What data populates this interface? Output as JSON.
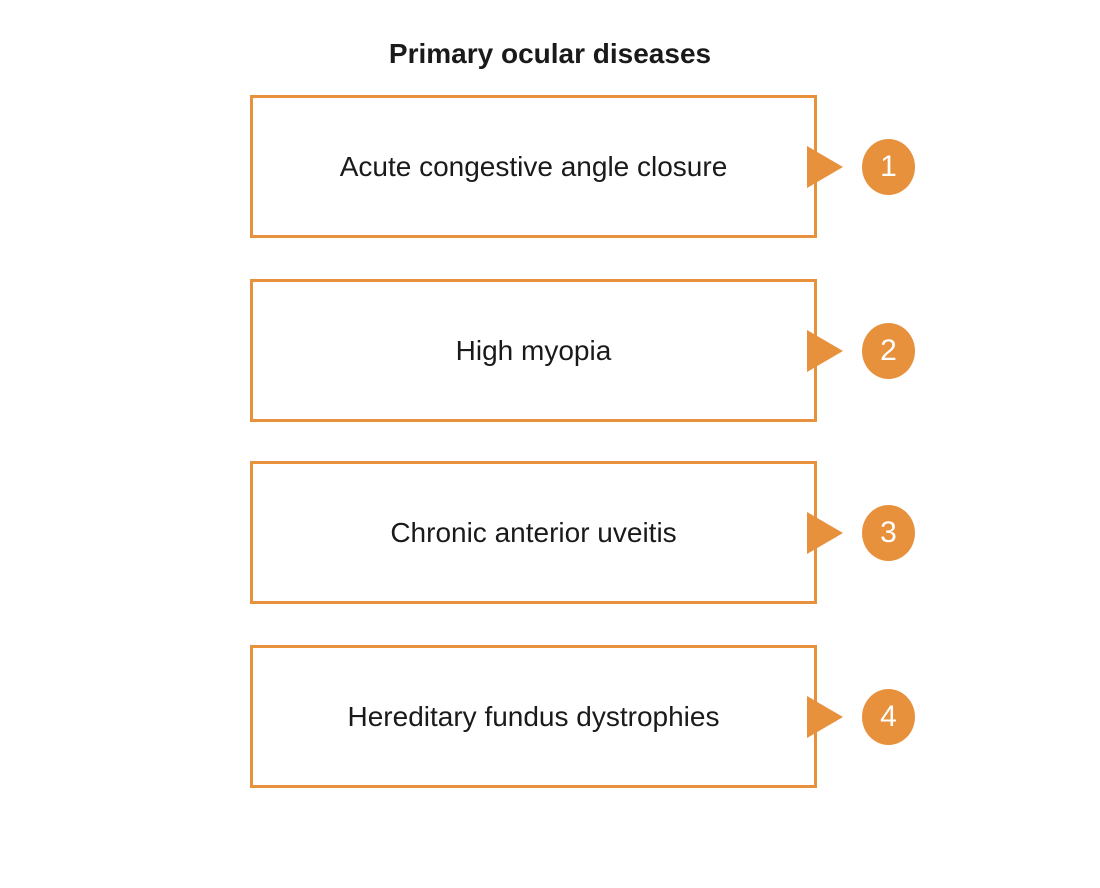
{
  "title": "Primary ocular diseases",
  "colors": {
    "accent_orange": "#e8913d",
    "text": "#1a1a1a",
    "badge_number_text": "#ffffff",
    "background": "#ffffff"
  },
  "items": [
    {
      "label": "Acute congestive angle closure",
      "number": "1"
    },
    {
      "label": "High myopia",
      "number": "2"
    },
    {
      "label": "Chronic anterior uveitis",
      "number": "3"
    },
    {
      "label": "Hereditary fundus dystrophies",
      "number": "4"
    }
  ]
}
